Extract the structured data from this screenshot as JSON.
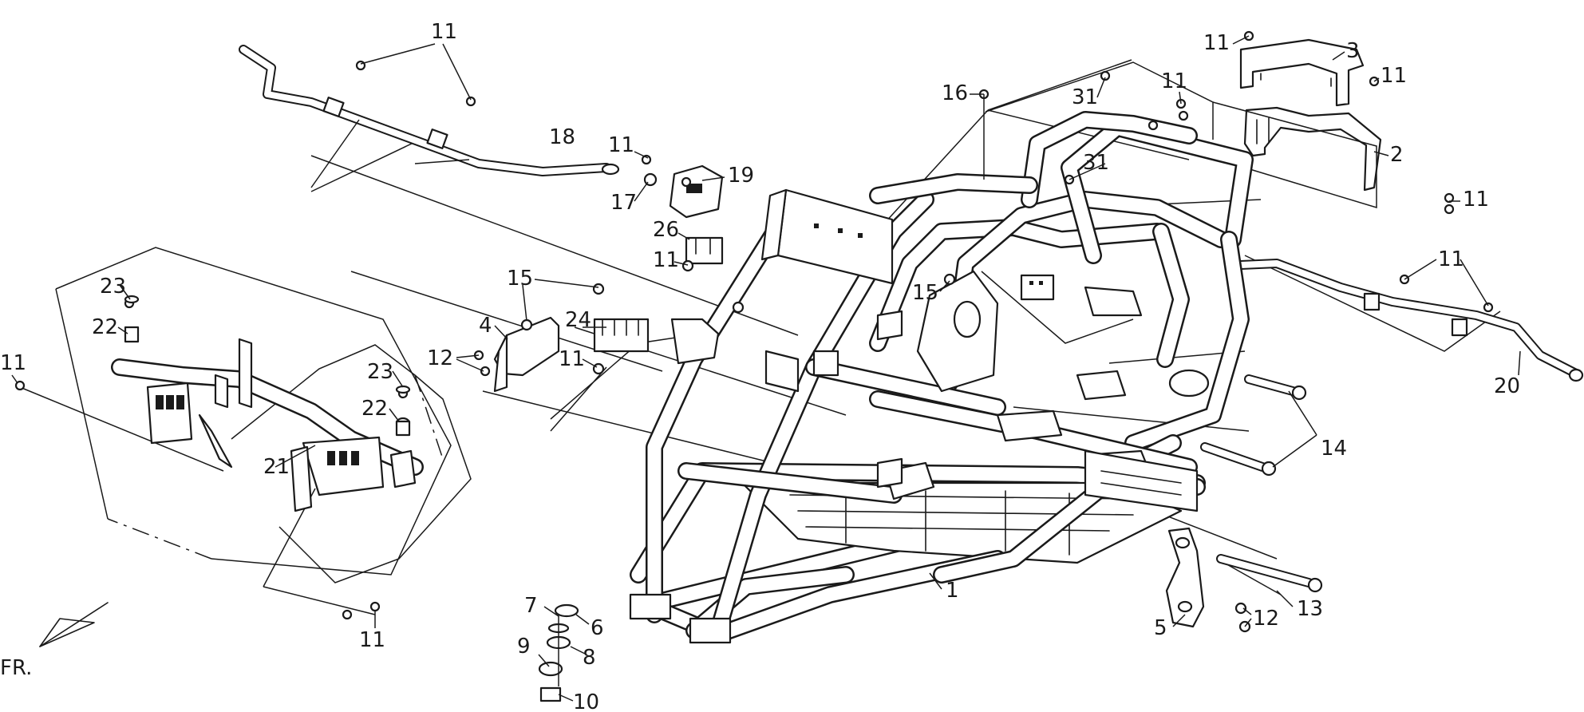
{
  "diagram": {
    "orientation_label": "FR.",
    "callouts": [
      {
        "id": "c-11-top-left",
        "text": "11"
      },
      {
        "id": "c-18",
        "text": "18"
      },
      {
        "id": "c-11-upper-bracket",
        "text": "11"
      },
      {
        "id": "c-19",
        "text": "19"
      },
      {
        "id": "c-17",
        "text": "17"
      },
      {
        "id": "c-26",
        "text": "26"
      },
      {
        "id": "c-11-near-26",
        "text": "11"
      },
      {
        "id": "c-15-left",
        "text": "15"
      },
      {
        "id": "c-4",
        "text": "4"
      },
      {
        "id": "c-24",
        "text": "24"
      },
      {
        "id": "c-12-left",
        "text": "12"
      },
      {
        "id": "c-11-near-4",
        "text": "11"
      },
      {
        "id": "c-23-left",
        "text": "23"
      },
      {
        "id": "c-22-left",
        "text": "22"
      },
      {
        "id": "c-11-far-left",
        "text": "11"
      },
      {
        "id": "c-23-right",
        "text": "23"
      },
      {
        "id": "c-22-right",
        "text": "22"
      },
      {
        "id": "c-21",
        "text": "21"
      },
      {
        "id": "c-11-bottom-left",
        "text": "11"
      },
      {
        "id": "c-7",
        "text": "7"
      },
      {
        "id": "c-6",
        "text": "6"
      },
      {
        "id": "c-8",
        "text": "8"
      },
      {
        "id": "c-9",
        "text": "9"
      },
      {
        "id": "c-10",
        "text": "10"
      },
      {
        "id": "c-1",
        "text": "1"
      },
      {
        "id": "c-16",
        "text": "16"
      },
      {
        "id": "c-31-upper",
        "text": "31"
      },
      {
        "id": "c-31-lower",
        "text": "31"
      },
      {
        "id": "c-15-right",
        "text": "15"
      },
      {
        "id": "c-11-top-right-a",
        "text": "11"
      },
      {
        "id": "c-3",
        "text": "3"
      },
      {
        "id": "c-11-top-right-b",
        "text": "11"
      },
      {
        "id": "c-11-top-right-c",
        "text": "11"
      },
      {
        "id": "c-2",
        "text": "2"
      },
      {
        "id": "c-11-right-bolts",
        "text": "11"
      },
      {
        "id": "c-11-rear-bar",
        "text": "11"
      },
      {
        "id": "c-20",
        "text": "20"
      },
      {
        "id": "c-14",
        "text": "14"
      },
      {
        "id": "c-13",
        "text": "13"
      },
      {
        "id": "c-12-right",
        "text": "12"
      },
      {
        "id": "c-5",
        "text": "5"
      }
    ]
  }
}
